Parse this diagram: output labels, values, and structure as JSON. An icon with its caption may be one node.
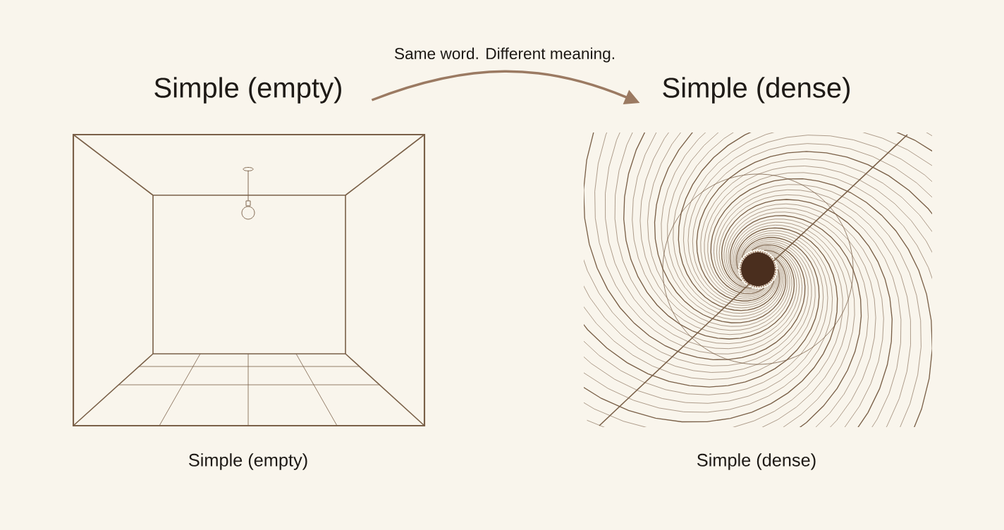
{
  "diagram": {
    "nodes": [
      {
        "text": [
          "Simple (empty)"
        ]
      },
      {
        "text": [
          "Simple (dense)"
        ]
      }
    ],
    "edges": [
      {
        "from": 0,
        "to": 1,
        "arrow": "to",
        "label": "Same word. Different meaning."
      }
    ],
    "labels": [
      "Simple (empty)",
      "Simple (dense)"
    ]
  }
}
